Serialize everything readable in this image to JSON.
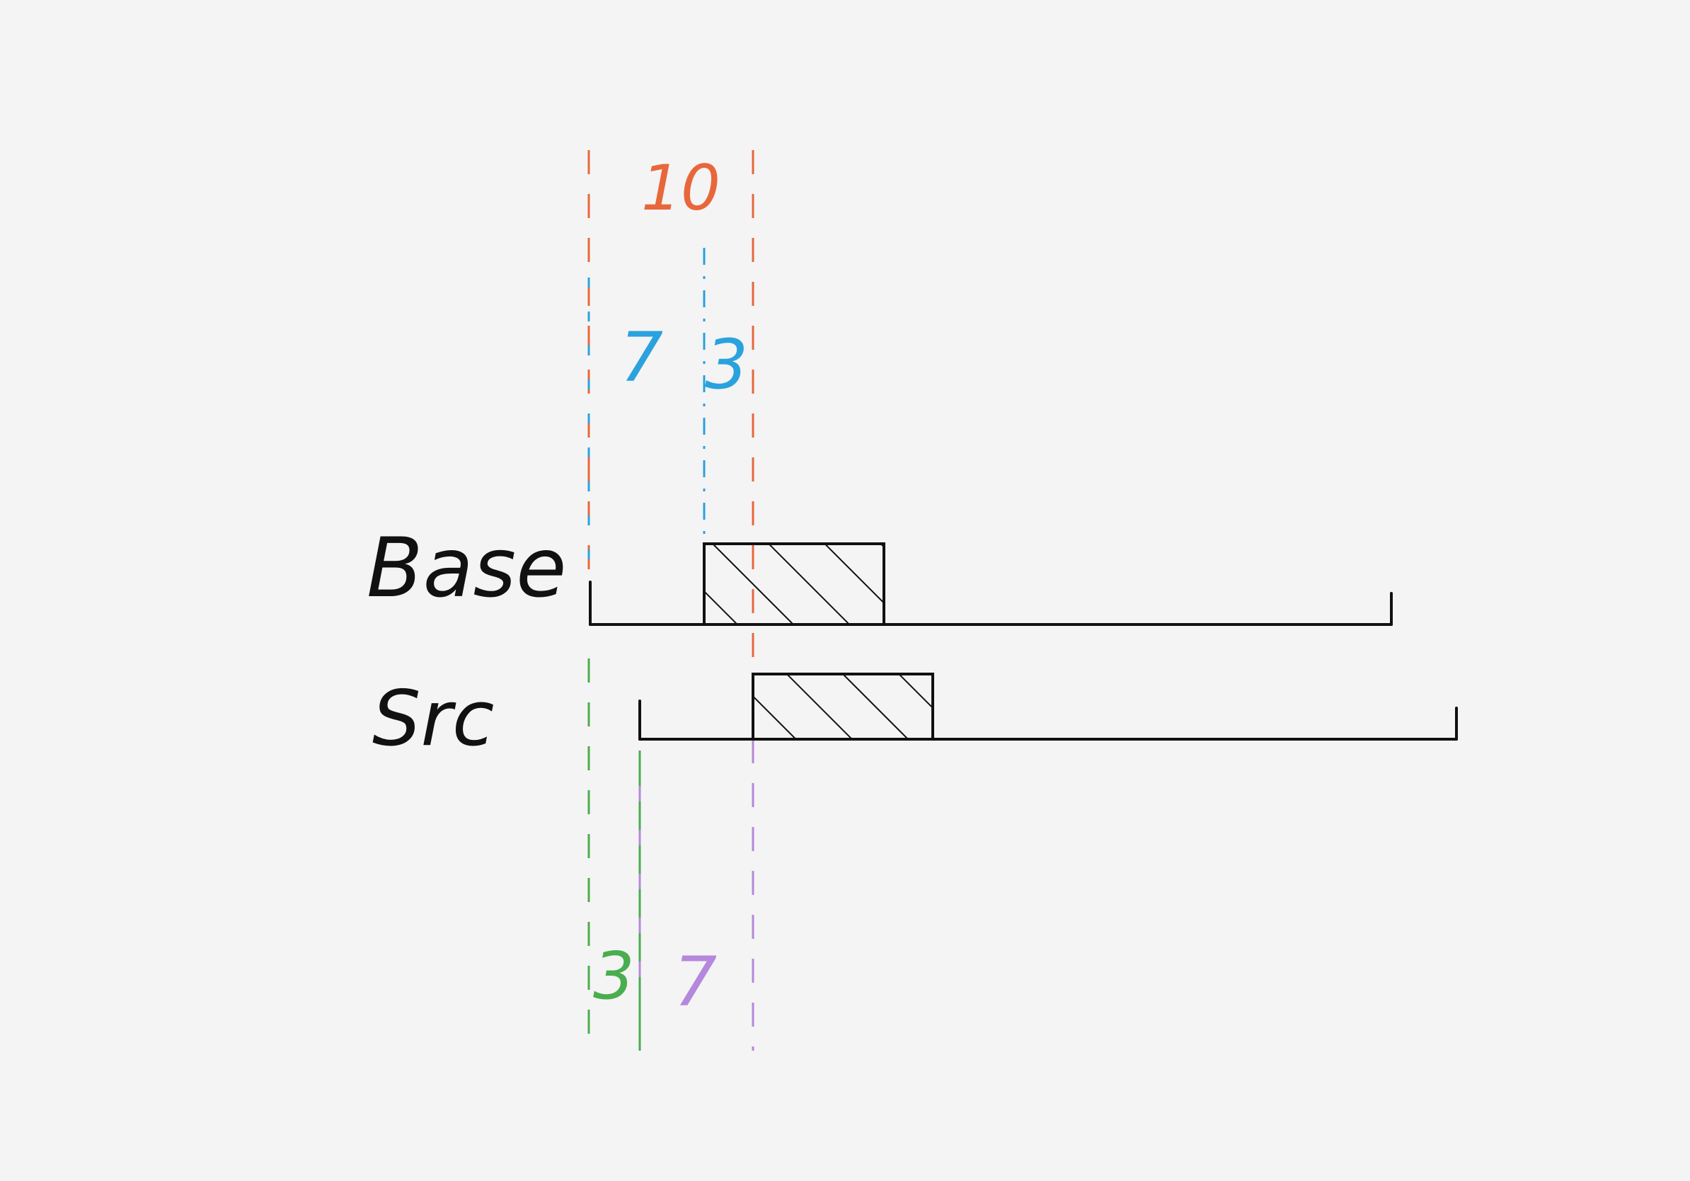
{
  "labels": {
    "base": "Base",
    "src": "Src",
    "top_total": "10",
    "top_left": "7",
    "top_right": "3",
    "bottom_left": "3",
    "bottom_right": "7"
  },
  "colors": {
    "ink": "#111111",
    "orange": "#e8673a",
    "blue": "#2aa2dd",
    "green": "#4aad4f",
    "purple": "#b488dc",
    "paper": "#f4f4f4"
  }
}
